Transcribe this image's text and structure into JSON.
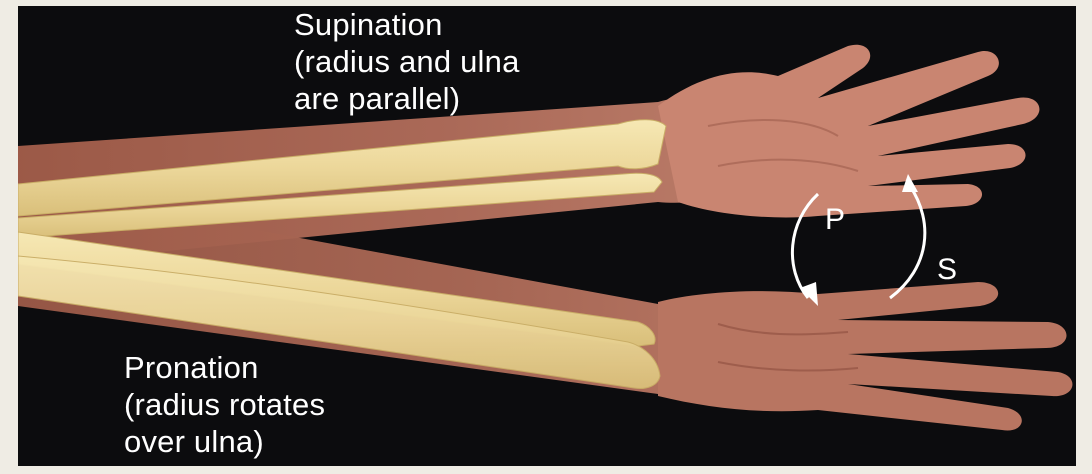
{
  "labels": {
    "supination": "Supination\n(radius and ulna\nare parallel)",
    "pronation": "Pronation\n(radius rotates\nover ulna)",
    "arrow_p": "P",
    "arrow_s": "S"
  },
  "colors": {
    "background": "#0c0c0e",
    "page": "#efece4",
    "skin": "#b8715e",
    "bone": "#ecd79a",
    "text": "#ffffff"
  }
}
